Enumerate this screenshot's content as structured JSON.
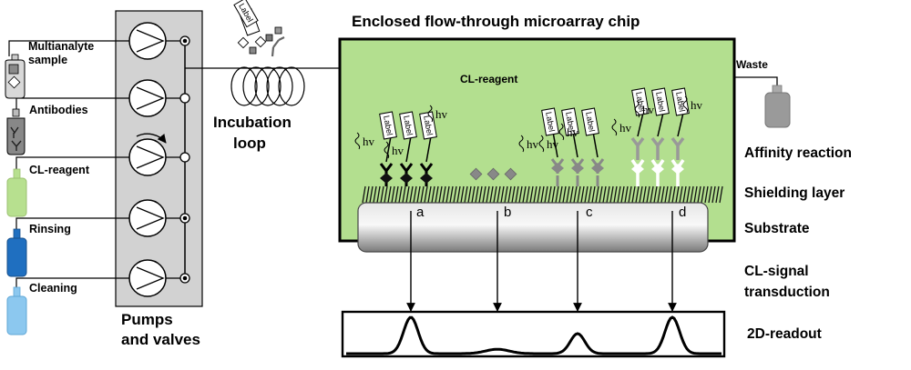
{
  "title": "Enclosed flow-through microarray chip",
  "left_labels": {
    "sample_line1": "Multianalyte",
    "sample_line2": "sample",
    "antibodies": "Antibodies",
    "cl_reagent": "CL-reagent",
    "rinsing": "Rinsing",
    "cleaning": "Cleaning"
  },
  "pumps_line1": "Pumps",
  "pumps_line2": "and valves",
  "incubation_line1": "Incubation",
  "incubation_line2": "loop",
  "chip_label": "CL-reagent",
  "waste": "Waste",
  "right_labels": {
    "affinity": "Affinity reaction",
    "shielding": "Shielding layer",
    "substrate": "Substrate",
    "cl_signal_line1": "CL-signal",
    "cl_signal_line2": "transduction",
    "readout": "2D-readout"
  },
  "spots": [
    "a",
    "b",
    "c",
    "d"
  ],
  "tag_text": "Label",
  "hv_text": "hv",
  "colors": {
    "chip_bg": "#b3df8f",
    "pump_panel": "#d2d2d2",
    "bottle_sample": "#d8d8d8",
    "bottle_antibodies": "#888888",
    "bottle_cl": "#b7e08f",
    "bottle_rinsing": "#1f6fc0",
    "bottle_cleaning": "#8cc8ef",
    "waste_bottle": "#9a9a9a"
  },
  "readout_peaks": [
    1.0,
    0.12,
    0.55,
    1.0
  ]
}
